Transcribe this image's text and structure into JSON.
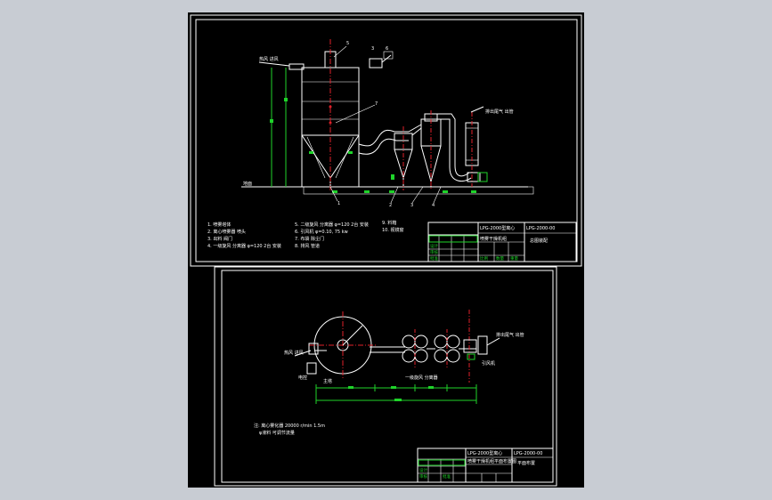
{
  "sheet": {
    "background": "#000000",
    "line_color": "#ffffff",
    "dimension_color": "#1fd32a",
    "centerline_color": "#e0202a"
  },
  "top_view": {
    "wind_label": "热风 进风",
    "exhaust_label": "排出尾气 出管",
    "ground_label": "地面",
    "callouts": [
      "5",
      "3",
      "6",
      "7",
      "1",
      "2",
      "3",
      "4"
    ],
    "parts_list_col1": [
      "1. 喷雾塔体",
      "2. 离心喷雾器 喷头",
      "3. 出料 阀门",
      "4. 一级旋风 分离器 φ=120 2台 安装"
    ],
    "parts_list_col2": [
      "5. 二级旋风 分离器 φ=120 2台 安装",
      "6. 引风机 φ=0.10, 75 kw",
      "7. 布袋 除尘门",
      "8. 排风 管道"
    ],
    "parts_list_col3": [
      "9. 料箱",
      "10. 视镜窗"
    ],
    "title_block": {
      "drawing_name": "LPG-2000型离心",
      "drawing_name2": "喷雾干燥机组",
      "drawing_code": "LPG-2000-00",
      "drawing_type": "总图装配",
      "rows": [
        "设计",
        "审核",
        "批准"
      ],
      "cols": [
        "比例",
        "数量",
        "重量"
      ]
    }
  },
  "bottom_view": {
    "wind_label": "热风 进风",
    "exhaust_label": "排出尾气 出管",
    "tower_label": "主塔",
    "cyclone_label": "一级旋风 分离器",
    "fan_label": "引风机",
    "side_label": "电控",
    "note_line1": "注: 离心雾化器 20000 r/min 1.5m",
    "note_line2": "ψ液料 可调节流量",
    "title_block": {
      "drawing_name": "LPG-2000型离心",
      "drawing_name2": "喷雾干燥机组平面布置图",
      "drawing_code": "LPG-2000-00",
      "drawing_type": "平面布置",
      "rows": [
        "设计",
        "审核",
        "批准"
      ]
    }
  }
}
